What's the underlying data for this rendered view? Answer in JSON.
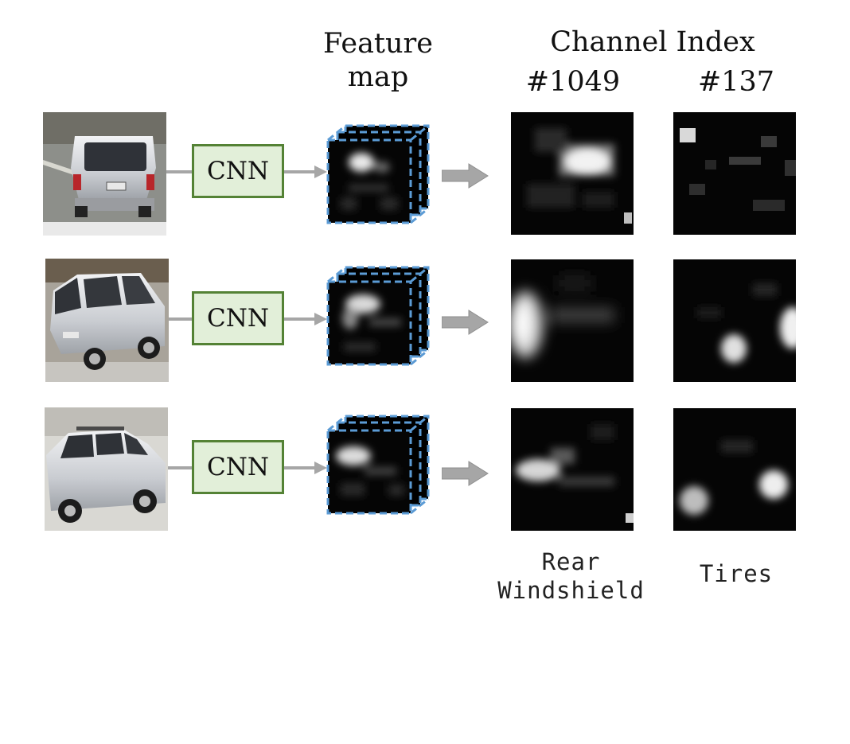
{
  "headers": {
    "feature_map": [
      "Feature",
      "map"
    ],
    "channel_index": "Channel Index",
    "channels": [
      "#1049",
      "#137"
    ]
  },
  "cnn_label": "CNN",
  "captions": {
    "col1": [
      "Rear",
      "Windshield"
    ],
    "col2": "Tires"
  },
  "rows": [
    {
      "vehicle_view": "rear view of silver minivan"
    },
    {
      "vehicle_view": "rear-side view of silver minivan"
    },
    {
      "vehicle_view": "side view of silver minivan"
    }
  ],
  "colors": {
    "cnn_fill": "#e2efd9",
    "cnn_border": "#548235",
    "cube_dash": "#5b9bd5",
    "arrow": "#a6a6a6"
  },
  "icons": [
    "vehicle-image",
    "arrow-right-icon",
    "feature-cube-icon",
    "block-arrow-icon",
    "activation-heatmap"
  ]
}
